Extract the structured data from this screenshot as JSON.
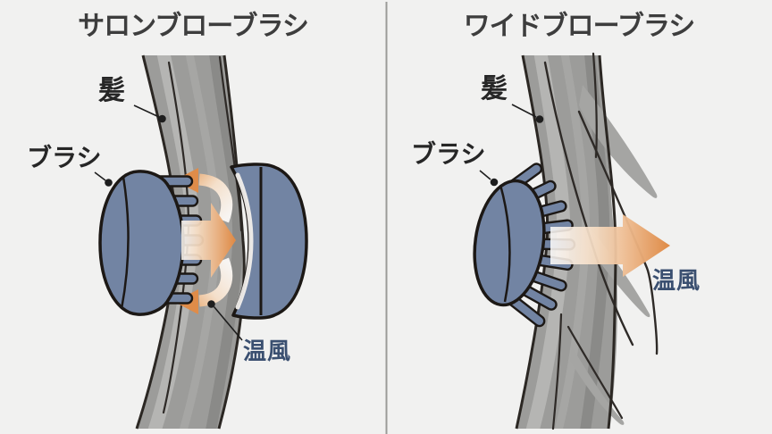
{
  "diagram": {
    "left_panel": {
      "title": "サロンブローブラシ",
      "hair_label": "髪",
      "brush_label": "ブラシ",
      "warm_air_label": "温風"
    },
    "right_panel": {
      "title": "ワイドブローブラシ",
      "hair_label": "髪",
      "brush_label": "ブラシ",
      "warm_air_label": "温風"
    }
  },
  "colors": {
    "background": "#f1f1f0",
    "title_text": "#3d3d3d",
    "label_text": "#262626",
    "warm_air_text": "#3a4f70",
    "brush_fill": "#7284a3",
    "outline_dark": "#1c1815",
    "hair_base": "#9c9c9a",
    "hair_light_streak": "#b5b5b3",
    "hair_mid_streak": "#a6a6a4",
    "hair_dark_streak": "#8a8a88",
    "arrow_orange": "#df8c49",
    "divider": "#9b9b98"
  }
}
